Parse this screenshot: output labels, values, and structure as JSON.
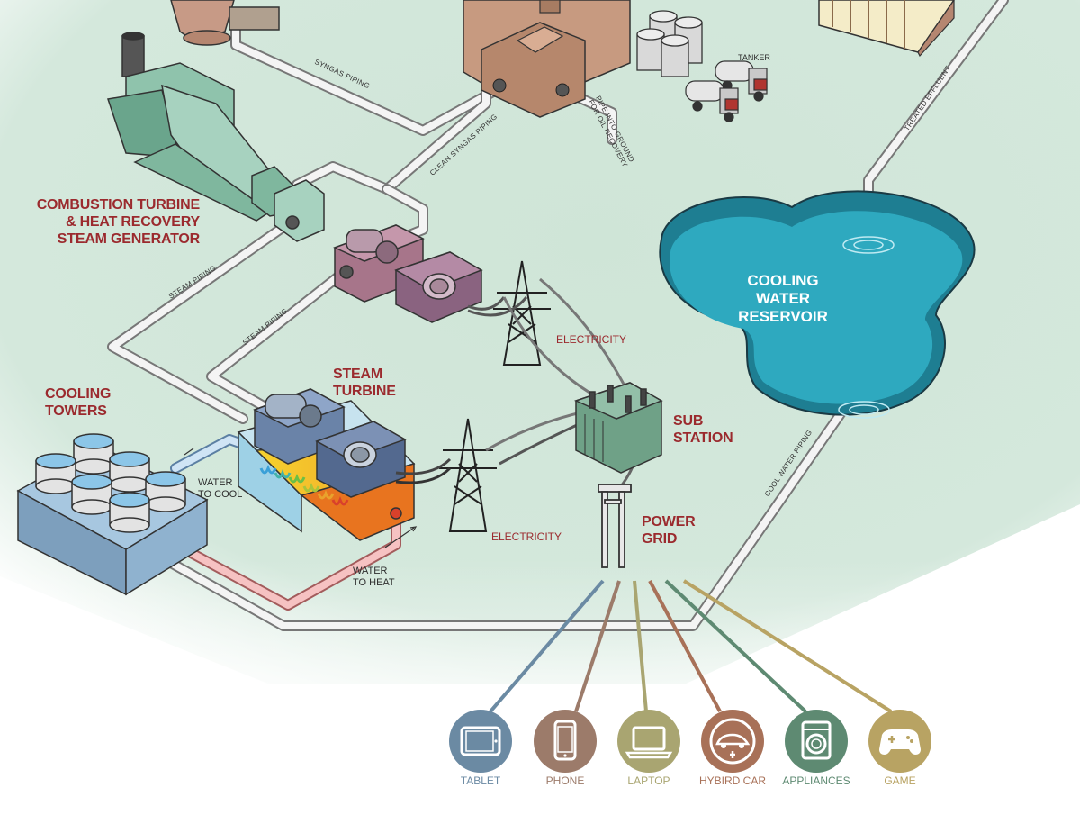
{
  "labels": {
    "combustion": [
      "COMBUSTION TURBINE",
      "& HEAT RECOVERY",
      "STEAM GENERATOR"
    ],
    "cooling_towers": [
      "COOLING",
      "TOWERS"
    ],
    "steam_turbine": [
      "STEAM",
      "TURBINE"
    ],
    "sub_station": [
      "SUB",
      "STATION"
    ],
    "power_grid": [
      "POWER",
      "GRID"
    ],
    "reservoir": [
      "COOLING",
      "WATER",
      "RESERVOIR"
    ],
    "tanker": "TANKER",
    "water_to_cool": [
      "WATER",
      "TO COOL"
    ],
    "water_to_heat": [
      "WATER",
      "TO HEAT"
    ],
    "electricity_top": "ELECTRICITY",
    "electricity_bottom": "ELECTRICITY",
    "pipe_syngas": "SYNGAS PIPING",
    "pipe_clean_syngas": "CLEAN SYNGAS PIPING",
    "pipe_oil": [
      "PIPE INTO GROUND",
      "FOR OIL RECOVERY"
    ],
    "pipe_steam_1": "STEAM PIPING",
    "pipe_steam_2": "STEAM PIPING",
    "pipe_effluent": "TREATED EFFLUENT",
    "pipe_cool_water": "COOL WATER PIPING"
  },
  "devices": [
    {
      "name": "TABLET",
      "color": "#6b8aa3",
      "icon": "tablet-icon"
    },
    {
      "name": "PHONE",
      "color": "#9c7b6a",
      "icon": "phone-icon"
    },
    {
      "name": "LAPTOP",
      "color": "#a9a571",
      "icon": "laptop-icon"
    },
    {
      "name": "HYBIRD CAR",
      "color": "#a87158",
      "icon": "car-plug-icon"
    },
    {
      "name": "APPLIANCES",
      "color": "#5e8a72",
      "icon": "washing-machine-icon"
    },
    {
      "name": "GAME",
      "color": "#b8a363",
      "icon": "gamepad-icon"
    }
  ],
  "colors": {
    "ground": "#cfe4d6",
    "water": "#2ea9bf",
    "pipe": "#f2f2f2",
    "heading": "#9b2a2e"
  }
}
